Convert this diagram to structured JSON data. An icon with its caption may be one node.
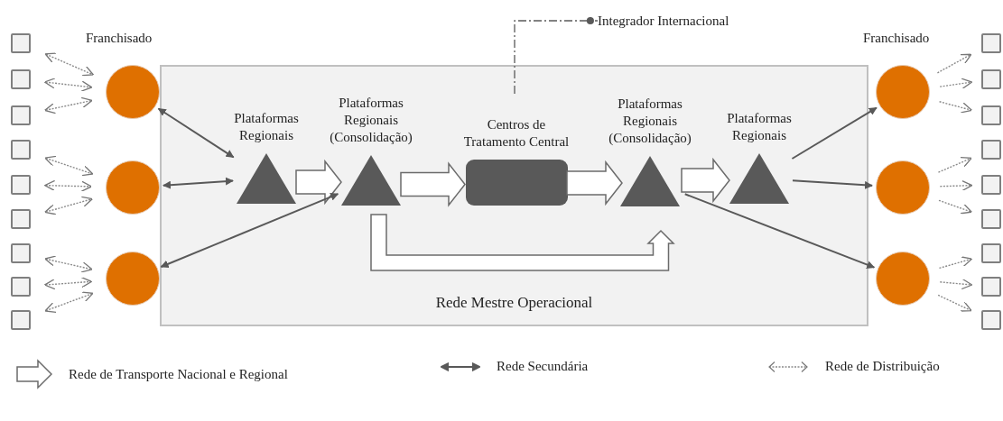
{
  "diagram": {
    "nodes": [
      {
        "text": [
          "Rede Mestre Operacional"
        ]
      },
      {
        "text": [
          "Plataformas Regionais"
        ],
        "in": 0
      },
      {
        "text": [
          "Plataformas Regionais (Consolidação)"
        ],
        "in": 0
      },
      {
        "text": [
          "Centros de Tratamento Central"
        ],
        "in": 0
      },
      {
        "text": [
          "Plataformas Regionais (Consolidação)"
        ],
        "in": 0
      },
      {
        "text": [
          "Plataformas Regionais"
        ],
        "in": 0
      },
      {
        "text": [],
        "shape": "circle"
      },
      {
        "text": [],
        "shape": "circle"
      },
      {
        "text": [],
        "shape": "circle"
      },
      {
        "text": [],
        "shape": "circle"
      },
      {
        "text": [],
        "shape": "circle"
      },
      {
        "text": [],
        "shape": "circle"
      },
      {
        "text": [],
        "shape": "box"
      },
      {
        "text": [],
        "shape": "box"
      },
      {
        "text": [],
        "shape": "box"
      },
      {
        "text": [],
        "shape": "box"
      },
      {
        "text": [],
        "shape": "box"
      },
      {
        "text": [],
        "shape": "box"
      },
      {
        "text": [],
        "shape": "box"
      },
      {
        "text": [],
        "shape": "box"
      },
      {
        "text": [],
        "shape": "box"
      },
      {
        "text": [],
        "shape": "box"
      },
      {
        "text": [],
        "shape": "box"
      },
      {
        "text": [],
        "shape": "box"
      },
      {
        "text": [],
        "shape": "box"
      },
      {
        "text": [],
        "shape": "box"
      },
      {
        "text": [],
        "shape": "box"
      },
      {
        "text": [],
        "shape": "box"
      },
      {
        "text": [],
        "shape": "box"
      },
      {
        "text": [],
        "shape": "box"
      },
      {
        "text": [
          "Integrador Internacional"
        ]
      }
    ],
    "edges": [
      {
        "from": 1,
        "to": 2,
        "arrow": "to",
        "style": "thick"
      },
      {
        "from": 2,
        "to": 3,
        "arrow": "to",
        "style": "thick"
      },
      {
        "from": 3,
        "to": 4,
        "arrow": "to",
        "style": "thick"
      },
      {
        "from": 4,
        "to": 5,
        "arrow": "to",
        "style": "thick"
      },
      {
        "from": 2,
        "to": 4,
        "arrow": "to",
        "style": "thick"
      },
      {
        "from": 6,
        "to": 1,
        "arrow": "both"
      },
      {
        "from": 7,
        "to": 1,
        "arrow": "both"
      },
      {
        "from": 8,
        "to": 2,
        "arrow": "both"
      },
      {
        "from": 5,
        "to": 9,
        "arrow": "to"
      },
      {
        "from": 5,
        "to": 10,
        "arrow": "to"
      },
      {
        "from": 4,
        "to": 11,
        "arrow": "to"
      },
      {
        "from": 12,
        "to": 6,
        "arrow": "both",
        "style": "dashed"
      },
      {
        "from": 13,
        "to": 6,
        "arrow": "both",
        "style": "dashed"
      },
      {
        "from": 14,
        "to": 6,
        "arrow": "both",
        "style": "dashed"
      },
      {
        "from": 15,
        "to": 7,
        "arrow": "both",
        "style": "dashed"
      },
      {
        "from": 16,
        "to": 7,
        "arrow": "both",
        "style": "dashed"
      },
      {
        "from": 17,
        "to": 7,
        "arrow": "both",
        "style": "dashed"
      },
      {
        "from": 18,
        "to": 8,
        "arrow": "both",
        "style": "dashed"
      },
      {
        "from": 19,
        "to": 8,
        "arrow": "both",
        "style": "dashed"
      },
      {
        "from": 20,
        "to": 8,
        "arrow": "both",
        "style": "dashed"
      },
      {
        "from": 9,
        "to": 21,
        "arrow": "to",
        "style": "dashed"
      },
      {
        "from": 9,
        "to": 22,
        "arrow": "to",
        "style": "dashed"
      },
      {
        "from": 9,
        "to": 23,
        "arrow": "to",
        "style": "dashed"
      },
      {
        "from": 10,
        "to": 24,
        "arrow": "to",
        "style": "dashed"
      },
      {
        "from": 10,
        "to": 25,
        "arrow": "to",
        "style": "dashed"
      },
      {
        "from": 10,
        "to": 26,
        "arrow": "to",
        "style": "dashed"
      },
      {
        "from": 11,
        "to": 27,
        "arrow": "to",
        "style": "dashed"
      },
      {
        "from": 11,
        "to": 28,
        "arrow": "to",
        "style": "dashed"
      },
      {
        "from": 11,
        "to": 29,
        "arrow": "to",
        "style": "dashed"
      },
      {
        "from": 3,
        "to": 30,
        "arrow": "other",
        "style": "dashed"
      }
    ],
    "labels": [
      "Franchisado",
      "Franchisado"
    ],
    "legend": [
      {
        "text": "Rede de Transporte Nacional e Regional"
      },
      {
        "text": "Rede Secundária"
      },
      {
        "text": "Rede de Distribuição"
      }
    ]
  }
}
